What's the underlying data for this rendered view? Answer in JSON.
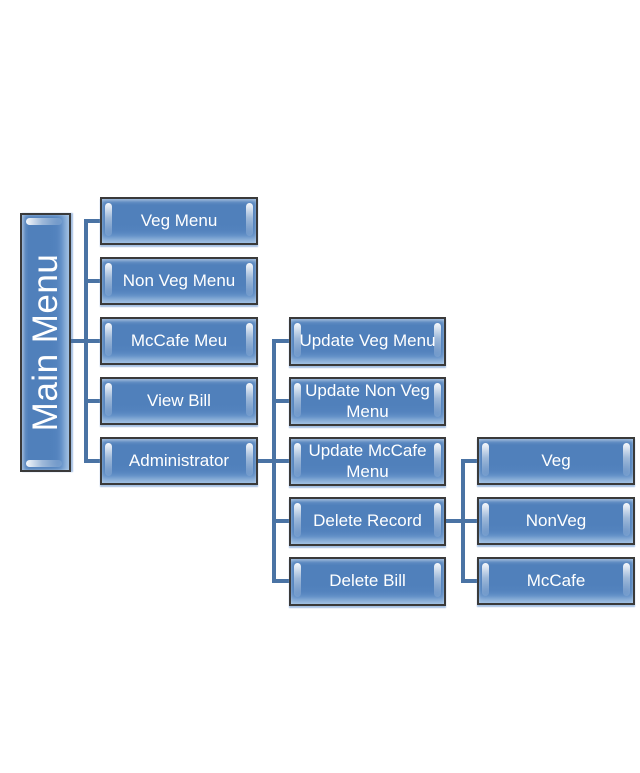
{
  "diagram": {
    "type": "hierarchy",
    "root": {
      "label": "Main Menu"
    },
    "level1": [
      {
        "label": "Veg Menu"
      },
      {
        "label": "Non Veg Menu"
      },
      {
        "label": "McCafe Meu"
      },
      {
        "label": "View Bill"
      },
      {
        "label": "Administrator"
      }
    ],
    "level2_parent": "Administrator",
    "level2": [
      {
        "label": "Update Veg Menu"
      },
      {
        "label": "Update Non Veg Menu"
      },
      {
        "label": "Update McCafe Menu"
      },
      {
        "label": "Delete Record"
      },
      {
        "label": "Delete Bill"
      }
    ],
    "level3_parent": "Delete Record",
    "level3": [
      {
        "label": "Veg"
      },
      {
        "label": "NonVeg"
      },
      {
        "label": "McCafe"
      }
    ]
  },
  "colors": {
    "background": "#ffffff",
    "node_fill": "#5080bb",
    "node_fill_light": "#6d96c8",
    "node_border": "#3a3a3a",
    "node_text": "#ffffff",
    "connector": "#4a73a4"
  }
}
